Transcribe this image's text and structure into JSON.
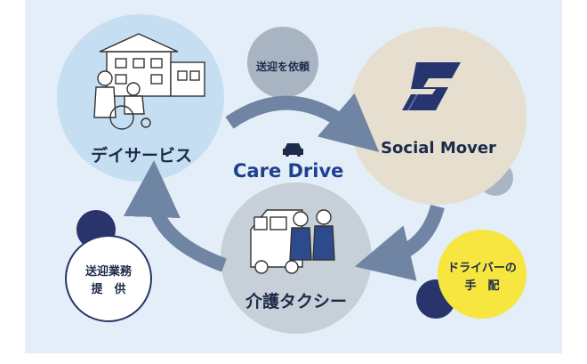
{
  "nodes": {
    "day_service": "デイサービス",
    "social_mover": "Social Mover",
    "care_taxi": "介護タクシー"
  },
  "center": {
    "brand": "Care Drive",
    "brand_icon": "car-icon"
  },
  "bubbles": {
    "request": "送迎を依頼",
    "service_line1": "送迎業務",
    "service_line2": "提　供",
    "driver_line1": "ドライバーの",
    "driver_line2": "手　配"
  },
  "colors": {
    "background": "#e3eef8",
    "day_service_circle": "#c6def2",
    "social_mover_circle": "#e6dfcf",
    "care_taxi_circle": "#c7cfd8",
    "request_circle": "#a8b4c2",
    "arrow": "#6f85a3",
    "navy_dot": "#28346b",
    "yellow": "#f7e540",
    "brand_blue": "#1f3f8f",
    "logo_navy": "#263470"
  }
}
